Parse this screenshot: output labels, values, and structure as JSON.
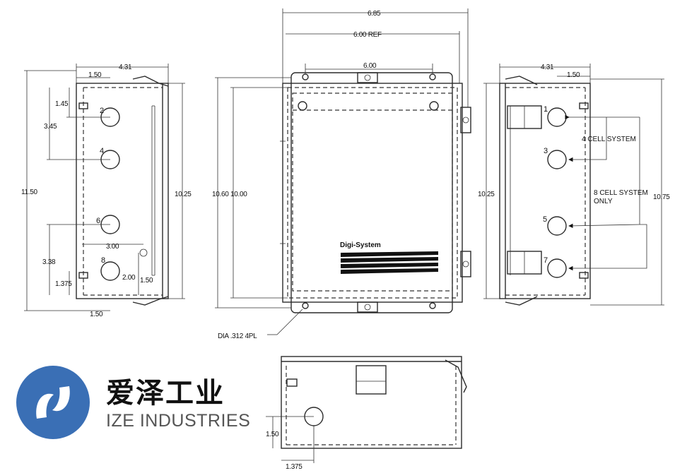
{
  "dims": {
    "overall_width": "6.85",
    "ref_width": "6.00 REF",
    "mount_spacing": "6.00",
    "side_depth": "4.31",
    "side_offset": "1.50",
    "dim_1_45": "1.45",
    "dim_3_45": "3.45",
    "dim_11_50": "11.50",
    "dim_10_25": "10.25",
    "dim_3_00": "3.00",
    "dim_3_38": "3.38",
    "dim_2_00": "2.00",
    "dim_1_375": "1.375",
    "front_height": "10.60 10.00",
    "right_height": "10.75",
    "hole_note": "DIA .312 4PL",
    "bottom_150": "1.50",
    "bottom_1375": "1.375"
  },
  "cells_left": [
    "2",
    "4",
    "6",
    "8"
  ],
  "cells_right": [
    "1",
    "3",
    "5",
    "7"
  ],
  "labels": {
    "four_cell": "4 CELL SYSTEM",
    "eight_cell_1": "8 CELL SYSTEM",
    "eight_cell_2": "ONLY",
    "product": "Digi-System"
  },
  "brand": {
    "name_cn": "爱泽工业",
    "name_en": "IZE INDUSTRIES",
    "logo_color": "#3a6fb5"
  }
}
